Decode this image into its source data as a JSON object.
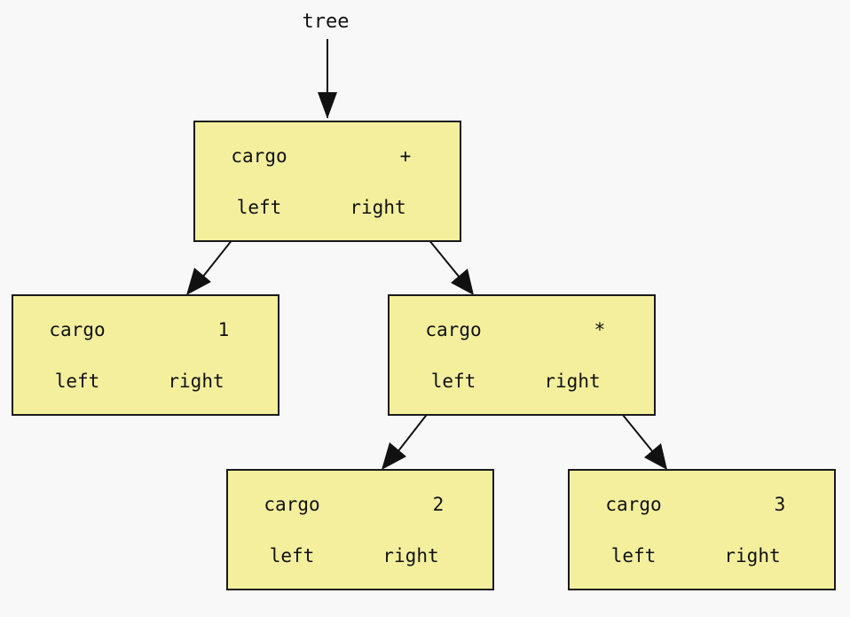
{
  "root_label": "tree",
  "node_fill": "#f3ef9d",
  "nodes": {
    "root": {
      "cargo_label": "cargo",
      "value": "+",
      "left_label": "left",
      "right_label": "right"
    },
    "one": {
      "cargo_label": "cargo",
      "value": "1",
      "left_label": "left",
      "right_label": "right"
    },
    "times": {
      "cargo_label": "cargo",
      "value": "*",
      "left_label": "left",
      "right_label": "right"
    },
    "two": {
      "cargo_label": "cargo",
      "value": "2",
      "left_label": "left",
      "right_label": "right"
    },
    "three": {
      "cargo_label": "cargo",
      "value": "3",
      "left_label": "left",
      "right_label": "right"
    }
  }
}
